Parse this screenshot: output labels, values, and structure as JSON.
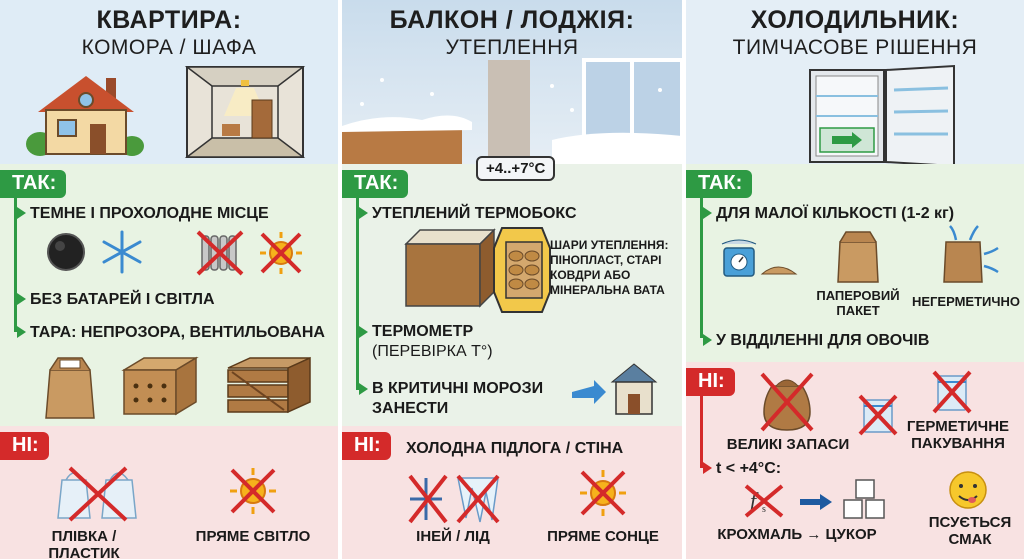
{
  "columns": {
    "apartment": {
      "title": "КВАРТИРА:",
      "subtitle": "КОМОРА / ШАФА",
      "yes_label": "ТАК:",
      "yes_items": [
        "ТЕМНЕ І ПРОХОЛОДНЕ МІСЦЕ",
        "БЕЗ БАТАРЕЙ І СВІТЛА",
        "ТАРА: НЕПРОЗОРА, ВЕНТИЛЬОВАНА"
      ],
      "no_label": "НІ:",
      "no_items": [
        "ПЛІВКА / ПЛАСТИК",
        "ПРЯМЕ СВІТЛО"
      ]
    },
    "balcony": {
      "title": "БАЛКОН / ЛОДЖІЯ:",
      "subtitle": "УТЕПЛЕННЯ",
      "temp_badge": "+4..+7°C",
      "yes_label": "ТАК:",
      "yes_items": [
        "УТЕПЛЕНИЙ ТЕРМОБОКС",
        "ТЕРМОМЕТР",
        "(ПЕРЕВІРКА T°)",
        "В КРИТИЧНІ МОРОЗИ",
        "ЗАНЕСТИ"
      ],
      "insulation_note": [
        "ШАРИ УТЕПЛЕННЯ:",
        "ПІНОПЛАСТ, СТАРІ",
        "КОВДРИ АБО",
        "МІНЕРАЛЬНА ВАТА"
      ],
      "no_label": "НІ:",
      "no_items": [
        "ХОЛОДНА ПІДЛОГА / СТІНА",
        "ІНЕЙ / ЛІД",
        "ПРЯМЕ СОНЦЕ"
      ]
    },
    "fridge": {
      "title": "ХОЛОДИЛЬНИК:",
      "subtitle": "ТИМЧАСОВЕ РІШЕННЯ",
      "yes_label": "ТАК:",
      "yes_items": [
        "ДЛЯ МАЛОЇ КІЛЬКОСТІ (1-2 кг)",
        "У ВІДДІЛЕННІ ДЛЯ ОВОЧІВ"
      ],
      "paper_bag": [
        "ПАПЕРОВИЙ",
        "ПАКЕТ"
      ],
      "not_sealed": "НЕГЕРМЕТИЧНО",
      "no_label": "НІ:",
      "no_items": [
        "ВЕЛИКІ ЗАПАСИ",
        "t < +4°C:"
      ],
      "sealed": [
        "ГЕРМЕТИЧНЕ",
        "ПАКУВАННЯ"
      ],
      "starch": "КРОХМАЛЬ",
      "sugar": "ЦУКОР",
      "taste": [
        "ПСУЄТЬСЯ",
        "СМАК"
      ]
    }
  },
  "colors": {
    "yes": "#2e9a44",
    "no": "#d42a2a",
    "cross": "#d42a2a"
  },
  "icons": [
    "house-icon",
    "pantry-room-icon",
    "dark-circle-icon",
    "snowflake-icon",
    "radiator-crossed-icon",
    "sun-crossed-icon",
    "paper-bag-icon",
    "cardboard-box-icon",
    "wooden-crate-icon",
    "plastic-bag-crossed-icon",
    "thermobox-icon",
    "house-small-icon",
    "fridge-icon",
    "scale-icon",
    "starch-crossed-icon",
    "sugar-cubes-icon",
    "face-icon"
  ]
}
